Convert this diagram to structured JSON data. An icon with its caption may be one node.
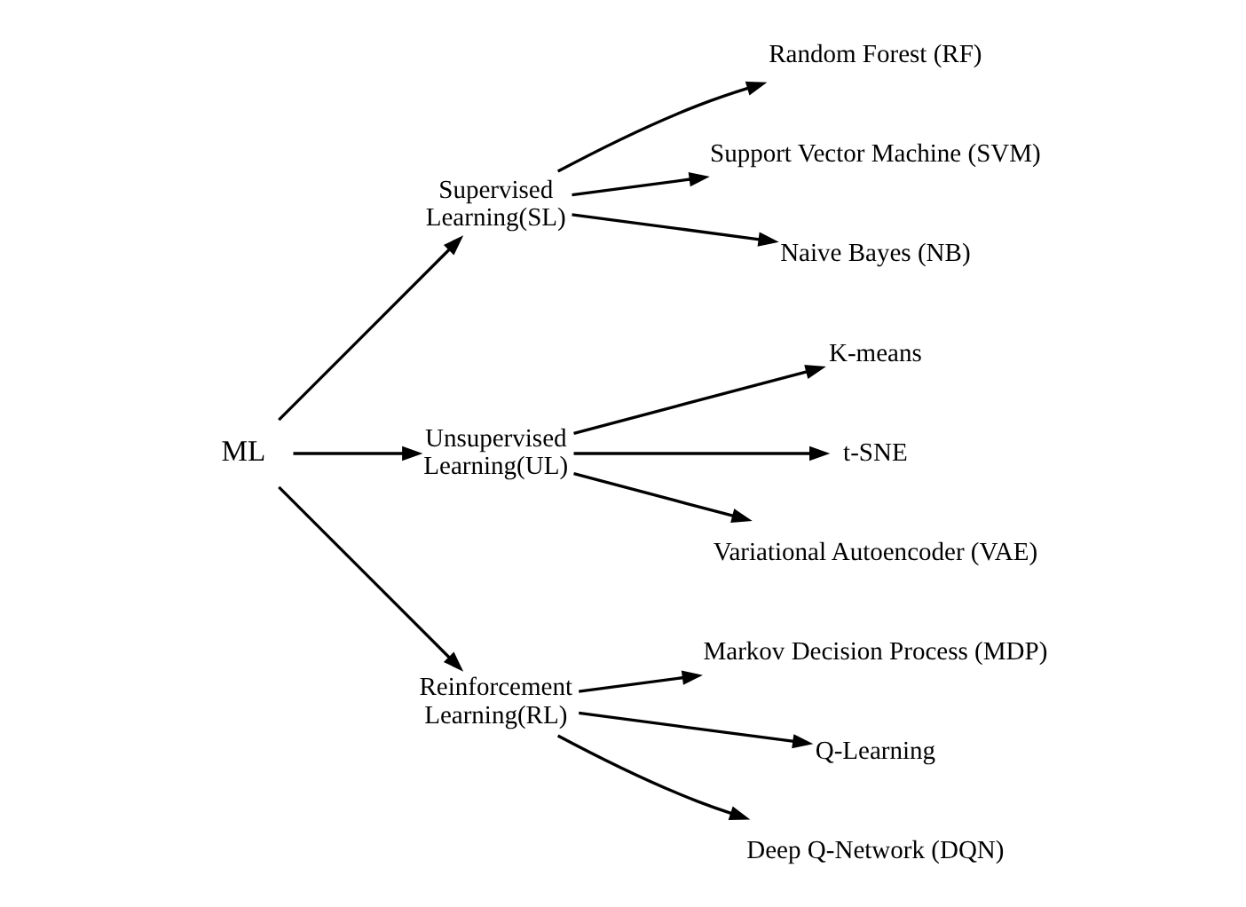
{
  "diagram": {
    "nodes": [
      {
        "text": [
          "ML"
        ]
      },
      {
        "text": [
          "Supervised Learning(SL)"
        ]
      },
      {
        "text": [
          "Unsupervised Learning(UL)"
        ]
      },
      {
        "text": [
          "Reinforcement Learning(RL)"
        ]
      },
      {
        "text": [
          "Random Forest (RF)"
        ]
      },
      {
        "text": [
          "Support Vector Machine (SVM)"
        ]
      },
      {
        "text": [
          "Naive Bayes (NB)"
        ]
      },
      {
        "text": [
          "K-means"
        ]
      },
      {
        "text": [
          "t-SNE"
        ]
      },
      {
        "text": [
          "Variational Autoencoder (VAE)"
        ]
      },
      {
        "text": [
          "Markov Decision Process (MDP)"
        ]
      },
      {
        "text": [
          "Q-Learning"
        ]
      },
      {
        "text": [
          "Deep Q-Network (DQN)"
        ]
      }
    ],
    "edges": [
      {
        "from": 0,
        "to": 1,
        "arrow": "to"
      },
      {
        "from": 0,
        "to": 2,
        "arrow": "to"
      },
      {
        "from": 0,
        "to": 3,
        "arrow": "to"
      },
      {
        "from": 1,
        "to": 4,
        "arrow": "to"
      },
      {
        "from": 1,
        "to": 5,
        "arrow": "to"
      },
      {
        "from": 1,
        "to": 6,
        "arrow": "to"
      },
      {
        "from": 2,
        "to": 7,
        "arrow": "to"
      },
      {
        "from": 2,
        "to": 8,
        "arrow": "to"
      },
      {
        "from": 2,
        "to": 9,
        "arrow": "to"
      },
      {
        "from": 3,
        "to": 10,
        "arrow": "to"
      },
      {
        "from": 3,
        "to": 11,
        "arrow": "to"
      },
      {
        "from": 3,
        "to": 12,
        "arrow": "to"
      }
    ]
  }
}
